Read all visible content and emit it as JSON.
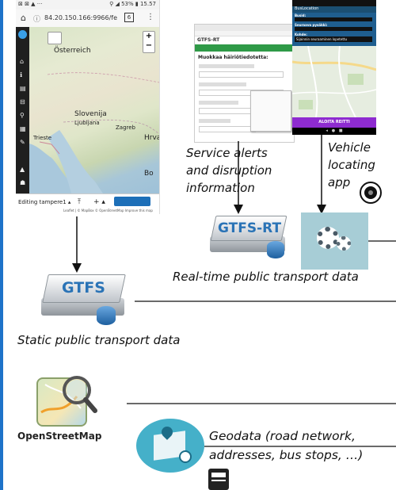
{
  "phone_left": {
    "status_left": "⊠ ⊠ ▲ ···",
    "status_right": "⚲ ◢ 53% ▮ 15.57",
    "url": "84.20.150.166:9966/fe",
    "tabs_count": "6",
    "map_labels": {
      "osterreich": "Österreich",
      "slovenija": "Slovenija",
      "ljubljana": "Ljubljana",
      "trieste": "Trieste",
      "zagreb": "Zagreb",
      "hrva": "Hrva",
      "bo": "Bo"
    },
    "editing_label": "Editing tampere1 ▴",
    "attribution": "Leaflet | © MapBox © OpenStreetMap Improve this map"
  },
  "phone_middle": {
    "brand": "GTFS-RT",
    "heading": "Muokkaa häiriötiedotetta:"
  },
  "phone_right": {
    "app_title": "BusLocation",
    "label_busid": "Busid:",
    "label_route": "Seuraava pysäkki:",
    "label_dest": "Kohde:",
    "dest_value": "Sijainnin seuraaminen lopetettu",
    "button": "ALOITA REITTI"
  },
  "labels": {
    "service_alerts_1": "Service alerts",
    "service_alerts_2": "and disruption",
    "service_alerts_3": "information",
    "vehicle_1": "Vehicle",
    "vehicle_2": "locating",
    "vehicle_3": "app",
    "gtfs_rt": "GTFS-RT",
    "gtfs": "GTFS",
    "realtime": "Real-time public transport data",
    "static": "Static public transport data",
    "osm": "OpenStreetMap",
    "geodata_1": "Geodata (road network,",
    "geodata_2": "addresses, bus stops, …)"
  }
}
